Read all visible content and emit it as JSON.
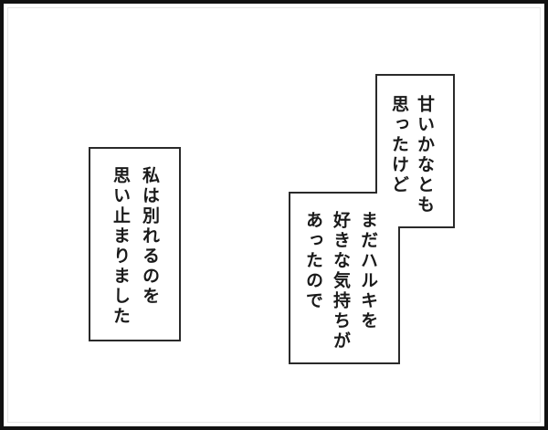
{
  "panel": {
    "background": "#ffffff",
    "border_color": "#111111",
    "caption_right": {
      "lines": [
        "甘いかなとも",
        "思ったけど",
        "まだハルキを",
        "好きな気持ちが",
        "あったので"
      ]
    },
    "caption_left": {
      "lines": [
        "私は別れるのを",
        "思い止まりました"
      ]
    }
  }
}
